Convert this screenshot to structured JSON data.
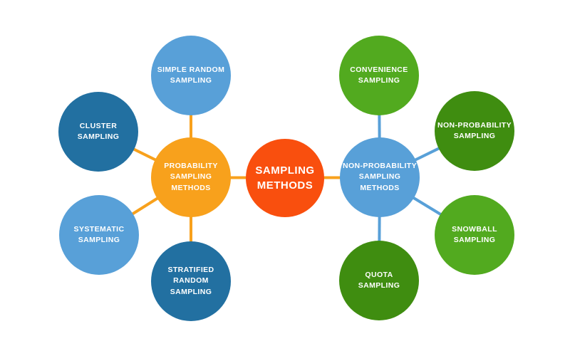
{
  "diagram_title": "Sampling Methods mind map",
  "colors": {
    "background": "#FFFFFF",
    "text": "#FFFFFF",
    "central": "#F94F0E",
    "hub_orange": "#F8A11C",
    "light_blue": "#58A0D8",
    "dark_blue": "#2270A1",
    "medium_green": "#52AA1F",
    "dark_green": "#3F8D10"
  },
  "central": {
    "label": "SAMPLING\nMETHODS"
  },
  "left_branch": {
    "hub": {
      "label": "PROBABILITY\nSAMPLING\nMETHODS"
    },
    "satellites": [
      {
        "label": "SIMPLE RANDOM\nSAMPLING"
      },
      {
        "label": "CLUSTER\nSAMPLING"
      },
      {
        "label": "SYSTEMATIC\nSAMPLING"
      },
      {
        "label": "STRATIFIED\nRANDOM\nSAMPLING"
      }
    ]
  },
  "right_branch": {
    "hub": {
      "label": "NON-PROBABILITY\nSAMPLING\nMETHODS"
    },
    "satellites": [
      {
        "label": "CONVENIENCE\nSAMPLING"
      },
      {
        "label": "NON-PROBABILITY\nSAMPLING"
      },
      {
        "label": "SNOWBALL\nSAMPLING"
      },
      {
        "label": "QUOTA\nSAMPLING"
      }
    ]
  }
}
